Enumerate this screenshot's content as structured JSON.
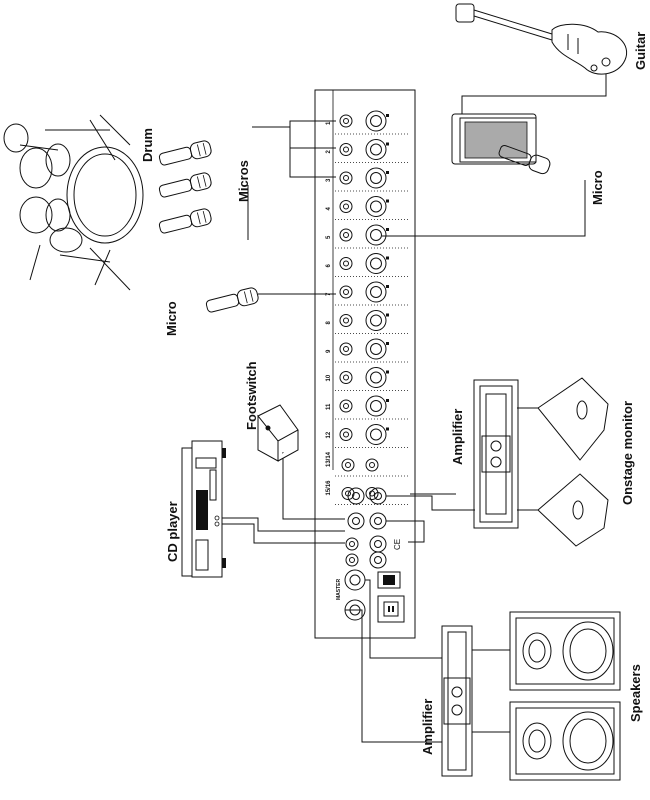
{
  "labels": {
    "drum": "Drum",
    "micros": "Micros",
    "micro_left": "Micro",
    "micro_right": "Micro",
    "guitar": "Guitar",
    "footswitch": "Footswitch",
    "cd_player": "CD player",
    "amplifier_top": "Amplifier",
    "amplifier_bottom": "Amplifier",
    "onstage_monitor": "Onstage monitor",
    "speakers": "Speakers",
    "master": "MASTER"
  },
  "mixer": {
    "channels": [
      "1",
      "2",
      "3",
      "4",
      "5",
      "6",
      "7",
      "8",
      "9",
      "10",
      "11",
      "12",
      "13/14",
      "15/16"
    ]
  },
  "colors": {
    "line": "#111111",
    "grille": "#999999",
    "background": "#ffffff"
  }
}
